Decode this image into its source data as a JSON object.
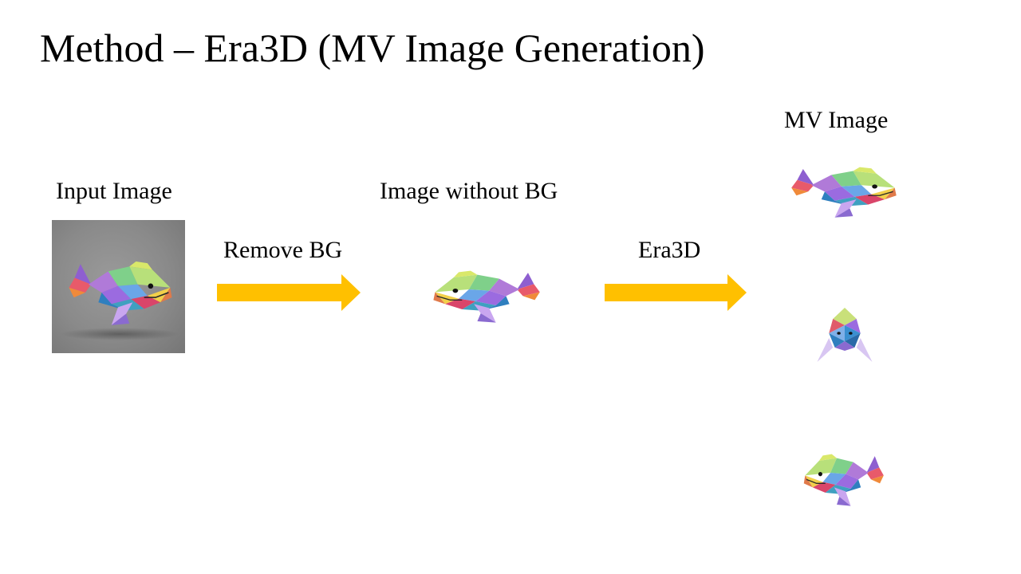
{
  "slide": {
    "title": "Method – Era3D (MV Image Generation)"
  },
  "stages": {
    "input_label": "Input Image",
    "nobg_label": "Image without BG",
    "mv_label": "MV Image"
  },
  "steps": {
    "remove_bg_label": "Remove BG",
    "era3d_label": "Era3D"
  },
  "colors": {
    "arrow": "#FFC000",
    "photo_background": "#8a8a8a"
  },
  "icons": {
    "whale": "low-poly-whale-icon"
  }
}
